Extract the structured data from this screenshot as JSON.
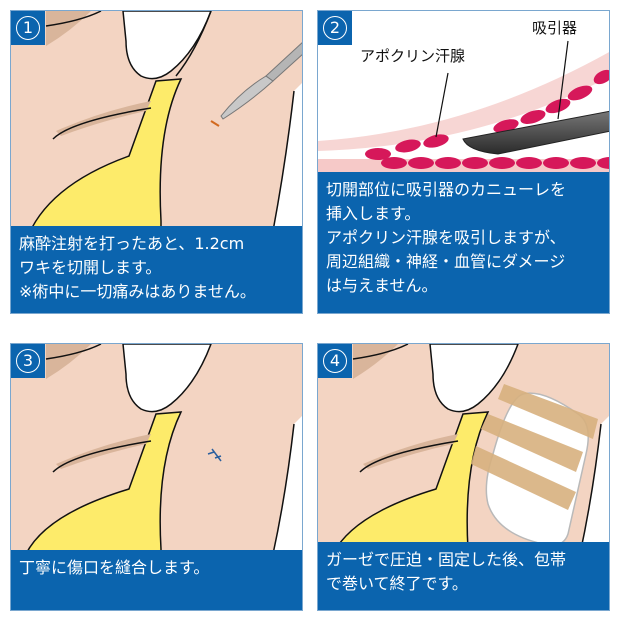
{
  "steps": [
    {
      "number": "1",
      "caption_lines": [
        "麻酔注射を打ったあと、1.2cm",
        "ワキを切開します。",
        "※術中に一切痛みはありません。"
      ]
    },
    {
      "number": "2",
      "labels": {
        "gland": "アポクリン汗腺",
        "suction": "吸引器"
      },
      "caption_lines": [
        "切開部位に吸引器のカニューレを",
        "挿入します。",
        "アポクリン汗腺を吸引しますが、",
        "周辺組織・神経・血管にダメージ",
        "は与えません。"
      ]
    },
    {
      "number": "3",
      "caption_lines": [
        "丁寧に傷口を縫合します。"
      ]
    },
    {
      "number": "4",
      "caption_lines": [
        "ガーゼで圧迫・固定した後、包帯",
        "で巻いて終了です。"
      ]
    }
  ],
  "colors": {
    "caption_bg": "#0b64ae",
    "skin": "#f3d4c2",
    "skin_shadow": "#d9b59b",
    "top_yellow": "#fdeb6a",
    "gland_red": "#d6185a",
    "tissue_pink": "#f6c9c8",
    "cannula_dark": "#3a3a3a",
    "tape": "#d7b07e"
  }
}
